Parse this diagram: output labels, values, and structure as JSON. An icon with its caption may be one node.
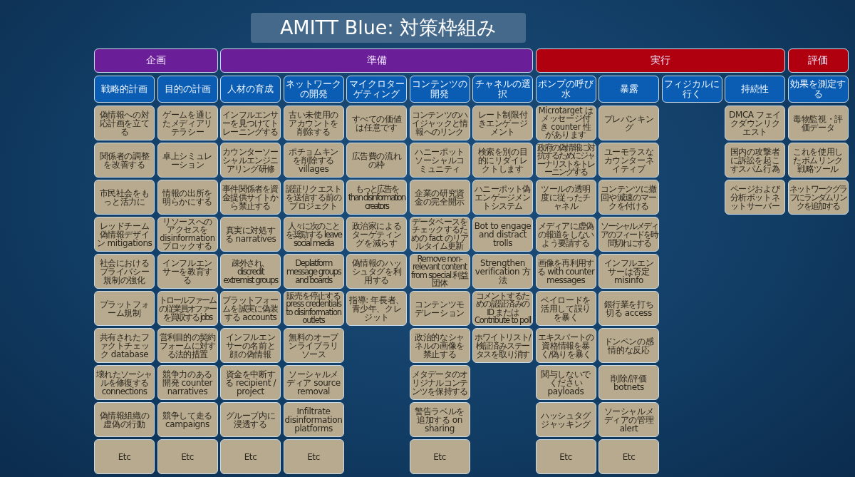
{
  "diagram": {
    "title": "AMITT Blue: 対策枠組み",
    "nodes": [
      {
        "text": [
          "企画"
        ]
      },
      {
        "text": [
          "準備"
        ]
      },
      {
        "text": [
          "実行"
        ]
      },
      {
        "text": [
          "評価"
        ]
      },
      {
        "text": [
          "戦略的計画"
        ]
      },
      {
        "text": [
          "目的の計画"
        ]
      },
      {
        "text": [
          "人材の育成"
        ]
      },
      {
        "text": [
          "ネットワークの開発"
        ]
      },
      {
        "text": [
          "マイクロターゲティング"
        ]
      },
      {
        "text": [
          "コンテンツの開発"
        ]
      },
      {
        "text": [
          "チャネルの選択"
        ]
      },
      {
        "text": [
          "ポンプの呼び水"
        ]
      },
      {
        "text": [
          "暴露"
        ]
      },
      {
        "text": [
          "フィジカルに行く"
        ]
      },
      {
        "text": [
          "持続性"
        ]
      },
      {
        "text": [
          "効果を測定する"
        ]
      },
      {
        "text": [
          "偽情報への対応計画を立てる"
        ]
      },
      {
        "text": [
          "関係者の調整を改善する"
        ]
      },
      {
        "text": [
          "市民社会をもっと活力に"
        ]
      },
      {
        "text": [
          "レッドチーム偽情報デザイン mitigations"
        ]
      },
      {
        "text": [
          "社会におけるプライバシー規制の強化"
        ]
      },
      {
        "text": [
          "プラットフォーム規制"
        ]
      },
      {
        "text": [
          "共有されたファクトチェック database"
        ]
      },
      {
        "text": [
          "壊れたソーシャルを修復する connections"
        ]
      },
      {
        "text": [
          "偽情報組織の虚偽の行動"
        ]
      },
      {
        "text": [
          "Etc"
        ]
      },
      {
        "text": [
          "ゲームを通じたメディアリテラシー"
        ]
      },
      {
        "text": [
          "卓上シミュレーション"
        ]
      },
      {
        "text": [
          "情報の出所を明らかにする"
        ]
      },
      {
        "text": [
          "リソースへのアクセスを disinformation ブロックする"
        ]
      },
      {
        "text": [
          "インフルエンサーを教育する"
        ]
      },
      {
        "text": [
          "トロールファームの従業員オファーを買収する jobs"
        ]
      },
      {
        "text": [
          "営利目的の契約フォームに対する法的措置"
        ]
      },
      {
        "text": [
          "競争力のある開発 counter narratives"
        ]
      },
      {
        "text": [
          "競争して走る campaigns"
        ]
      },
      {
        "text": [
          "Etc"
        ]
      },
      {
        "text": [
          "インフルエンサーを見つけてトレーニングする"
        ]
      },
      {
        "text": [
          "カウンターソーシャルエンジニアリング研修"
        ]
      },
      {
        "text": [
          "事件関係者を資金提供サイトから禁止する"
        ]
      },
      {
        "text": [
          "真実に対処する narratives"
        ]
      },
      {
        "text": [
          "疎外され、discredit extremist groups"
        ]
      },
      {
        "text": [
          "プラットフォームを誠実に偽装する accounts"
        ]
      },
      {
        "text": [
          "インフルエンサーの名前と顔の偽情報"
        ]
      },
      {
        "text": [
          "資金を中断する recipient / project"
        ]
      },
      {
        "text": [
          "グループ内に浸透する"
        ]
      },
      {
        "text": [
          "Etc"
        ]
      },
      {
        "text": [
          "古い未使用のアカウントを削除する"
        ]
      },
      {
        "text": [
          "ポチョムキンを削除する villages"
        ]
      },
      {
        "text": [
          "認証リクエストを送信する前のプロジェクト"
        ]
      },
      {
        "text": [
          "人々に次のことを奨励する leave social media"
        ]
      },
      {
        "text": [
          "Deplatform message groups and boards"
        ]
      },
      {
        "text": [
          "販売を停止する press credentials to disinformation outlets"
        ]
      },
      {
        "text": [
          "無料のオープンライブラリソース"
        ]
      },
      {
        "text": [
          "ソーシャルメディア source removal"
        ]
      },
      {
        "text": [
          "Infiltrate disinformation platforms"
        ]
      },
      {
        "text": [
          "Etc"
        ]
      },
      {
        "text": [
          "すべての価値は任意です"
        ]
      },
      {
        "text": [
          "広告費の流れの枠"
        ]
      },
      {
        "text": [
          "もっと広告を than disinformation creators"
        ]
      },
      {
        "text": [
          "政治家によるターゲティングを減らす"
        ]
      },
      {
        "text": [
          "偽情報のハッシュタグを利用する"
        ]
      },
      {
        "text": [
          "指導: 年長者、青少年、クレジット"
        ]
      },
      {
        "text": [
          "コンテンツのハイジャックと情報へのリンク"
        ]
      },
      {
        "text": [
          "ハニーポットソーシャルコミュニティ"
        ]
      },
      {
        "text": [
          "企業の研究資金の完全開示"
        ]
      },
      {
        "text": [
          "データベースをチェックするための fact のリアルタイム更新"
        ]
      },
      {
        "text": [
          "Remove non-relevant content from special 利益団体"
        ]
      },
      {
        "text": [
          "コンテンツモデレーション"
        ]
      },
      {
        "text": [
          "政治的なシャネルの画像を禁止する"
        ]
      },
      {
        "text": [
          "メタデータのオリジナルコンテンツを保持する"
        ]
      },
      {
        "text": [
          "警告ラベルを追加する on sharing"
        ]
      },
      {
        "text": [
          "Etc"
        ]
      },
      {
        "text": [
          "レート制限付きエンゲージメント"
        ]
      },
      {
        "text": [
          "検索を別の目的にリダイレクトします"
        ]
      },
      {
        "text": [
          "ハニーポット偽エンゲージメントシステム"
        ]
      },
      {
        "text": [
          "Bot to engage and distract trolls"
        ]
      },
      {
        "text": [
          "Strengthen verification 方法"
        ]
      },
      {
        "text": [
          "コメントするための認証済みの ID または Contribute to poll"
        ]
      },
      {
        "text": [
          "ホワイトリスト/検証済みステータスを取り消す"
        ]
      },
      {
        "text": [
          "Microtarget はメッセージ付き counter 性があります"
        ]
      },
      {
        "text": [
          "政府の偽情報に対抗するためにジャーナリストをトレーニングする"
        ]
      },
      {
        "text": [
          "ツールの透明度に従ったチャネル"
        ]
      },
      {
        "text": [
          "メディアに虚偽の報道をしないよう要請する"
        ]
      },
      {
        "text": [
          "画像を再利用する with counter messages"
        ]
      },
      {
        "text": [
          "ペイロードを活用して誤りを暴く"
        ]
      },
      {
        "text": [
          "エキスパートの資格情報を暴く/偽りを暴く"
        ]
      },
      {
        "text": [
          "関与しないでください payloads"
        ]
      },
      {
        "text": [
          "ハッシュタグジャッキング"
        ]
      },
      {
        "text": [
          "Etc"
        ]
      },
      {
        "text": [
          "プレバンキング"
        ]
      },
      {
        "text": [
          "ユーモラスなカウンターネイティブ"
        ]
      },
      {
        "text": [
          "コンテンツに撤回や減速のマークを付ける"
        ]
      },
      {
        "text": [
          "ソーシャルメディアのフィードを時間切れにする"
        ]
      },
      {
        "text": [
          "インフルエンサーは否定 misinfo"
        ]
      },
      {
        "text": [
          "銀行業を打ち切る access"
        ]
      },
      {
        "text": [
          "ドンペンの感情的な反応"
        ]
      },
      {
        "text": [
          "削除/評価 botnets"
        ]
      },
      {
        "text": [
          "ソーシャルメディアの管理 alert"
        ]
      },
      {
        "text": [
          "Etc"
        ]
      },
      {
        "text": [
          "DMCA フェイクダウンリクエスト"
        ]
      },
      {
        "text": [
          "国内の攻撃者に訴訟を起こすスパム行為"
        ]
      },
      {
        "text": [
          "ページおよび分析ボットネットサーバー"
        ]
      },
      {
        "text": [
          "毒物監視・評価データ"
        ]
      },
      {
        "text": [
          "これを使用したボムリンク戦略ツール"
        ]
      },
      {
        "text": [
          "ネットワークグラフにランダムリンクを追加する"
        ]
      }
    ]
  }
}
